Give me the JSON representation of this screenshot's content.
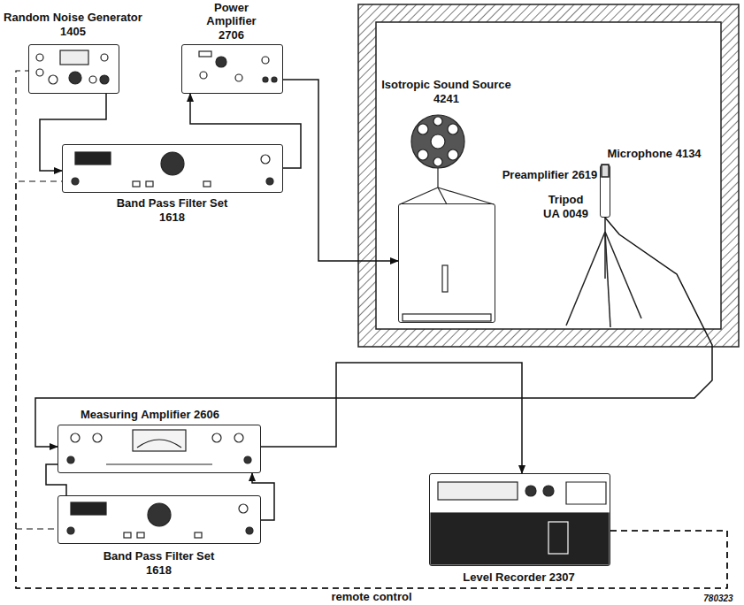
{
  "diagram": {
    "nodes": [
      {
        "text": [
          "Random Noise Generator",
          "1405"
        ]
      },
      {
        "text": [
          "Power Amplifier",
          "2706"
        ]
      },
      {
        "text": [
          "Band Pass Filter Set",
          "1618"
        ]
      },
      {
        "text": [
          "Isotropic Sound Source",
          "4241"
        ]
      },
      {
        "text": [
          "Microphone 4134",
          "Preamplifier 2619",
          "Tripod",
          "UA 0049"
        ]
      },
      {
        "text": [
          "Measuring Amplifier 2606"
        ]
      },
      {
        "text": [
          "Band Pass Filter Set",
          "1618"
        ]
      },
      {
        "text": [
          "Level Recorder 2307"
        ]
      }
    ],
    "edges": [
      {
        "from": 0,
        "to": 2,
        "arrow": "to"
      },
      {
        "from": 2,
        "to": 1,
        "arrow": "to"
      },
      {
        "from": 1,
        "to": 3,
        "arrow": "to"
      },
      {
        "from": 4,
        "to": 5,
        "arrow": "to"
      },
      {
        "from": 5,
        "to": 6,
        "arrow": "none"
      },
      {
        "from": 6,
        "to": 5,
        "arrow": "to"
      },
      {
        "from": 5,
        "to": 7,
        "arrow": "to"
      },
      {
        "from": 7,
        "to": 0,
        "arrow": "none",
        "label": "remote control"
      },
      {
        "from": 7,
        "to": 2,
        "arrow": "none"
      },
      {
        "from": 7,
        "to": 6,
        "arrow": "none"
      }
    ],
    "labels": [
      "780323"
    ]
  }
}
